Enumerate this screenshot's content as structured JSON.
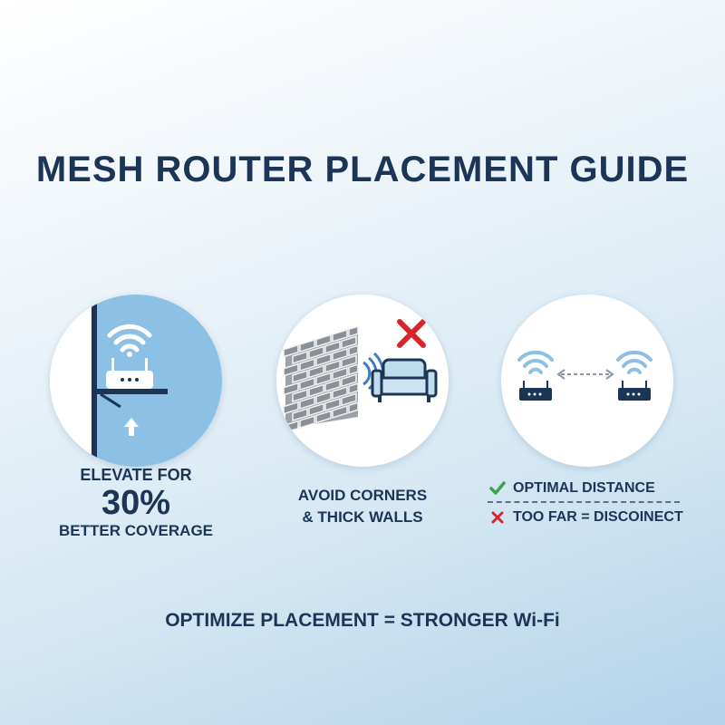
{
  "title": "MESH ROUTER PLACEMENT GUIDE",
  "tips": [
    {
      "line1": "ELEVATE FOR",
      "highlight": "30%",
      "line3": "BETTER COVERAGE",
      "icons": [
        "wifi-router-icon",
        "shelf-icon",
        "up-arrow-icon"
      ]
    },
    {
      "line1": "AVOID CORNERS",
      "line2": "& THICK WALLS",
      "icons": [
        "brick-wall-icon",
        "sofa-icon",
        "red-x-icon"
      ]
    },
    {
      "optimal": "OPTIMAL DISTANCE",
      "too_far": "TOO FAR = DISCOINECT",
      "icons": [
        "router-icon",
        "router-icon",
        "distance-arrow-icon",
        "check-icon",
        "x-icon"
      ]
    }
  ],
  "footer": "OPTIMIZE PLACEMENT = STRONGER Wi-Fi",
  "colors": {
    "navy": "#1c3556",
    "light_blue": "#8cc0e4",
    "check_green": "#3aa54a",
    "x_red": "#d7262b",
    "brick_gray": "#8b8f96"
  }
}
